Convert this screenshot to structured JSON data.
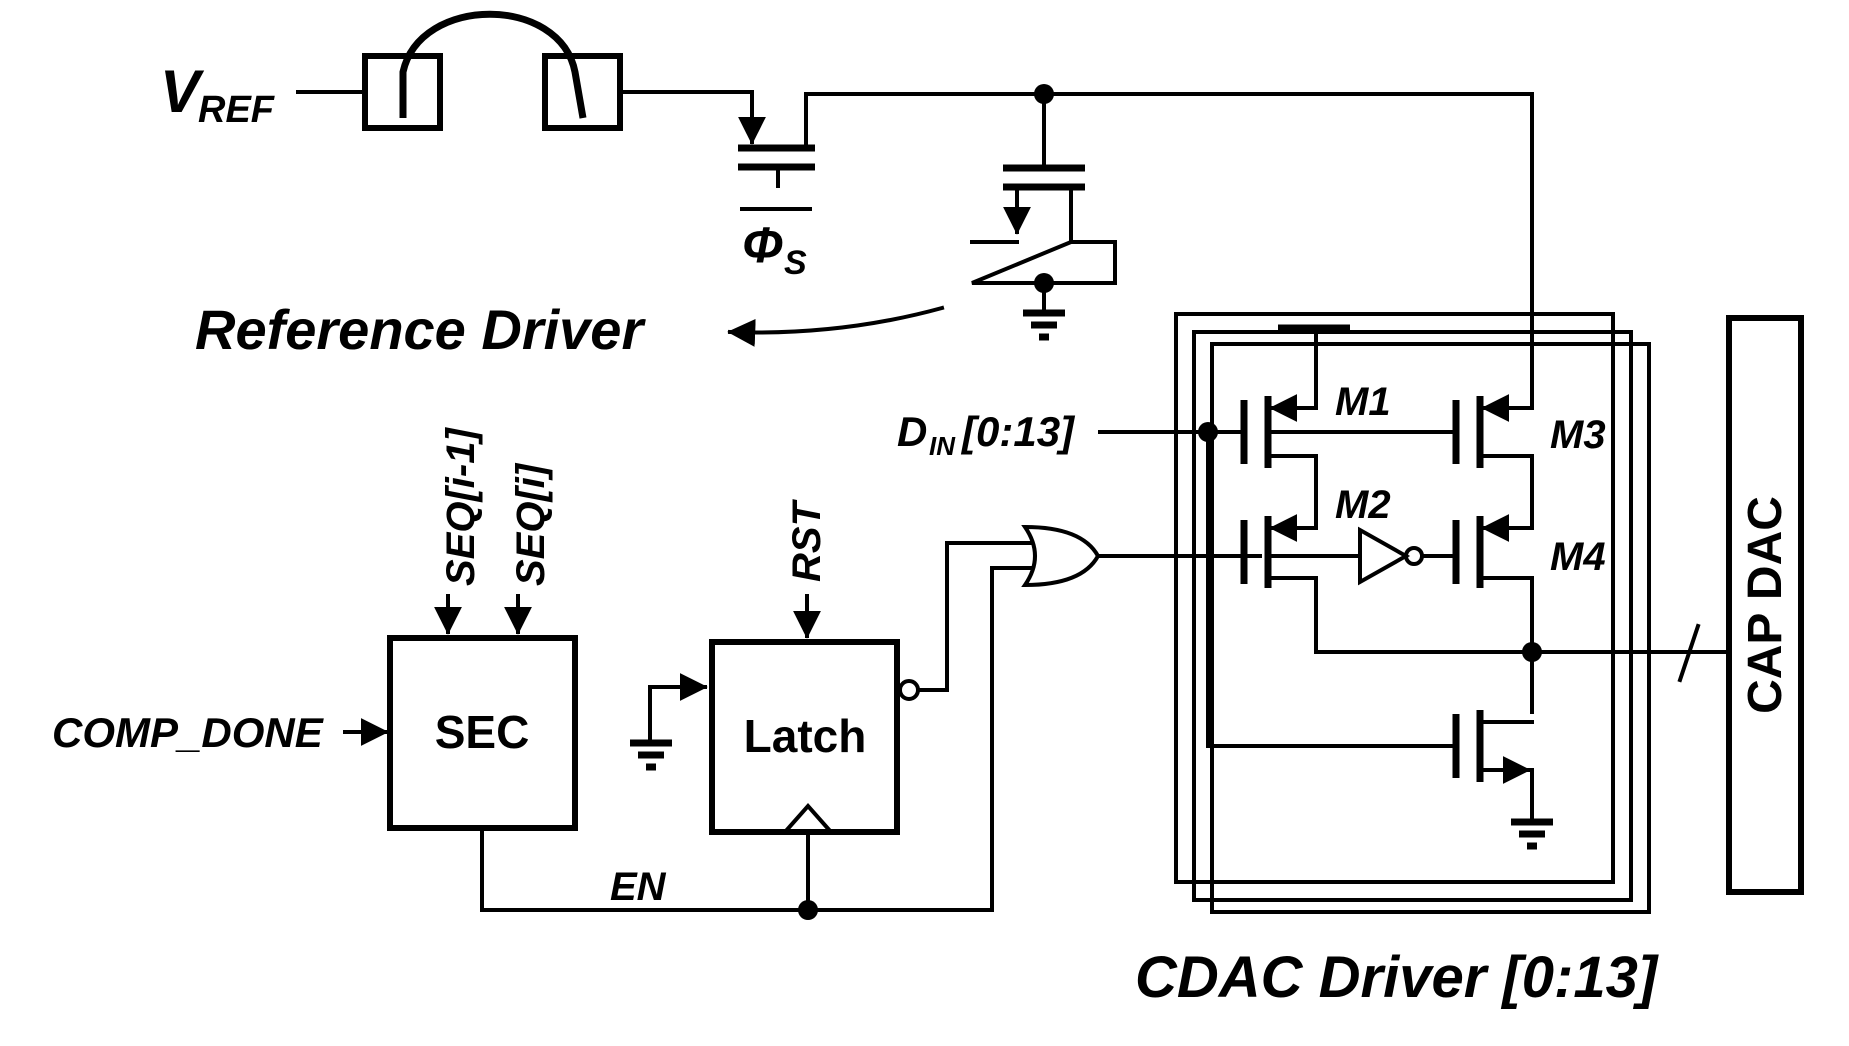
{
  "labels": {
    "vref_main": "V",
    "vref_sub": "REF",
    "phi_main": "Φ",
    "phi_sub": "S",
    "reference_driver": "Reference Driver",
    "seq_prev": "SEQ[i-1]",
    "seq_cur": "SEQ[i]",
    "comp_done": "COMP_DONE",
    "sec": "SEC",
    "rst": "RST",
    "latch": "Latch",
    "en": "EN",
    "din_main": "D",
    "din_sub": "IN",
    "din_range": "[0:13]",
    "m1": "M1",
    "m2": "M2",
    "m3": "M3",
    "m4": "M4",
    "cap_dac": "CAP DAC",
    "cdac_driver": "CDAC Driver [0:13]"
  }
}
